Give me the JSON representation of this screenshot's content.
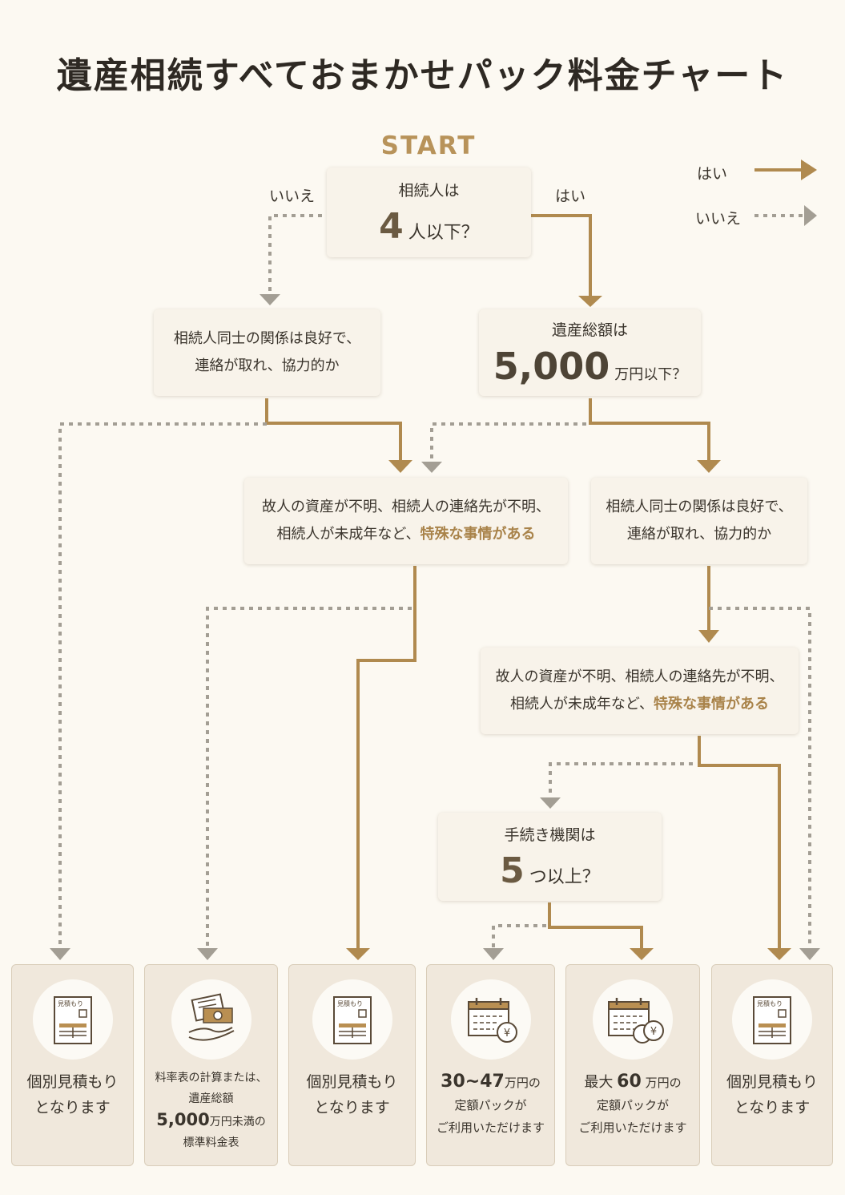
{
  "title": "遺産相続すべておまかせパック料金チャート",
  "start_label": "START",
  "legend": {
    "yes": "はい",
    "no": "いいえ"
  },
  "branch_labels": {
    "yes": "はい",
    "no": "いいえ"
  },
  "q1": {
    "line1": "相続人は",
    "num": "4",
    "suffix": "人以下？"
  },
  "q2": {
    "line1": "相続人同士の関係は良好で、",
    "line2": "連絡が取れ、協力的か"
  },
  "q3": {
    "line1": "遺産総額は",
    "num": "5,000",
    "suffix": "万円以下？"
  },
  "q4": {
    "line1": "故人の資産が不明、相続人の連絡先が不明、",
    "line2a": "相続人が未成年など、",
    "line2b": "特殊な事情がある"
  },
  "q5": {
    "line1": "相続人同士の関係は良好で、",
    "line2": "連絡が取れ、協力的か"
  },
  "q6": {
    "line1": "故人の資産が不明、相続人の連絡先が不明、",
    "line2a": "相続人が未成年など、",
    "line2b": "特殊な事情がある"
  },
  "q7": {
    "line1": "手続き機関は",
    "num": "5",
    "suffix": "つ以上？"
  },
  "results": {
    "r1": {
      "icon": "estimate-document-icon",
      "doc_label": "見積もり",
      "line1": "個別見積もり",
      "line2": "となります"
    },
    "r2": {
      "icon": "money-hand-icon",
      "line1": "料率表の計算または、",
      "line2": "遺産総額",
      "big": "5,000",
      "tail": "万円未満の",
      "line4": "標準料金表"
    },
    "r3": {
      "icon": "estimate-document-icon",
      "doc_label": "見積もり",
      "line1": "個別見積もり",
      "line2": "となります"
    },
    "r4": {
      "icon": "calendar-yen-icon",
      "yen": "¥",
      "big": "30~47",
      "unit": "万円の",
      "line2": "定額パックが",
      "line3": "ご利用いただけます"
    },
    "r5": {
      "icon": "calendar-yen-icon",
      "yen": "¥",
      "pre": "最大",
      "big": "60",
      "unit": "万円の",
      "line2": "定額パックが",
      "line3": "ご利用いただけます"
    },
    "r6": {
      "icon": "estimate-document-icon",
      "doc_label": "見積もり",
      "line1": "個別見積もり",
      "line2": "となります"
    }
  },
  "colors": {
    "yes_line": "#b08a4f",
    "no_line": "#a39e94",
    "accent": "#a9834a",
    "background": "#fcf9f2",
    "node": "#f8f3ea",
    "result": "#f0e8dc"
  }
}
